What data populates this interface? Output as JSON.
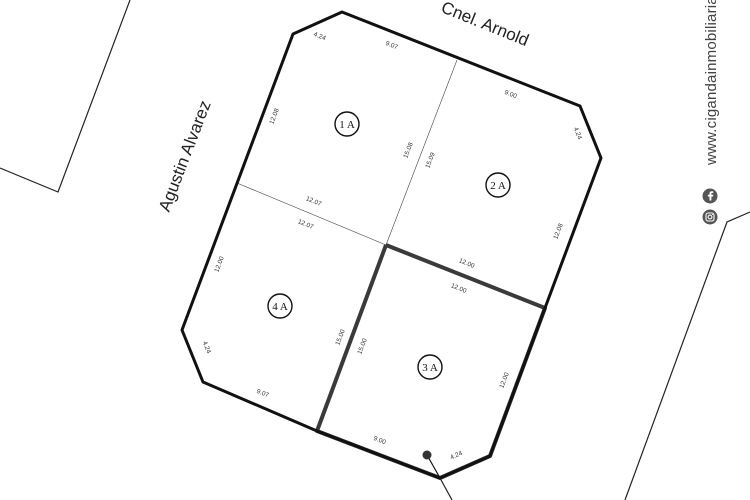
{
  "streets": {
    "top": "Cnel. Arnold",
    "left": "Agustin Alvarez"
  },
  "lots": [
    {
      "id": "lot-1a",
      "label": "1 A"
    },
    {
      "id": "lot-2a",
      "label": "2 A"
    },
    {
      "id": "lot-3a",
      "label": "3 A"
    },
    {
      "id": "lot-4a",
      "label": "4 A"
    }
  ],
  "measurements": {
    "m1": "4.24",
    "m2": "9.07",
    "m3": "12.08",
    "m4": "15.08",
    "m5": "15.09",
    "m6": "9.00",
    "m7": "4.24",
    "m8": "12.07",
    "m9": "12.07",
    "m10": "12.08",
    "m11": "12.00",
    "m12": "12.00",
    "m13": "12.00",
    "m14": "15.00",
    "m15": "15.00",
    "m16": "4.24",
    "m17": "12.00",
    "m18": "9.07",
    "m19": "9.00",
    "m20": "4.24"
  },
  "brand": {
    "website": "www.cigandainmobiliaria.",
    "icons": [
      "facebook-icon",
      "instagram-icon"
    ]
  },
  "colors": {
    "outline": "#111111",
    "lot_3a_border": "#3a3a3a",
    "brand_text": "#444444"
  }
}
